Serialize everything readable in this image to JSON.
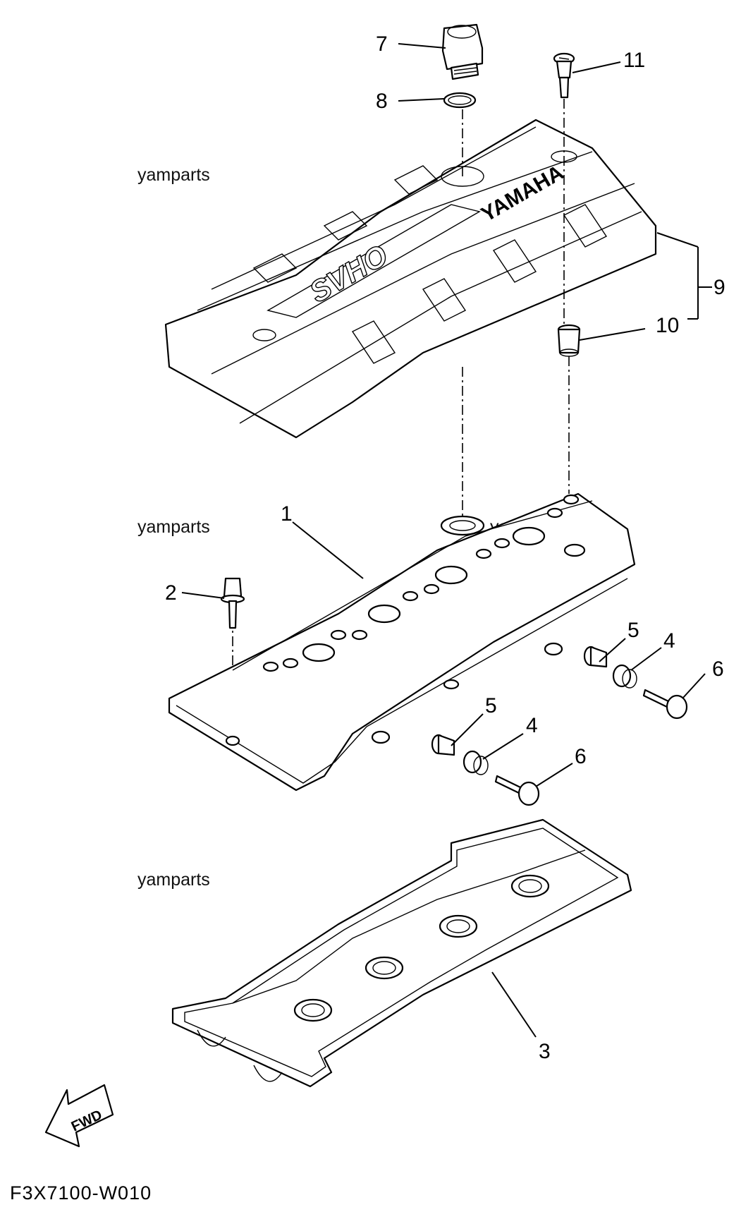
{
  "diagram_code": "F3X7100-W010",
  "watermark": "yamparts",
  "cover_brand": "YAMAHA",
  "cover_model": "SVHO",
  "direction_label": "FWD",
  "callouts": [
    {
      "id": "c7",
      "label": "7"
    },
    {
      "id": "c8",
      "label": "8"
    },
    {
      "id": "c11",
      "label": "11"
    },
    {
      "id": "c9",
      "label": "9"
    },
    {
      "id": "c10",
      "label": "10"
    },
    {
      "id": "c1",
      "label": "1"
    },
    {
      "id": "c2",
      "label": "2"
    },
    {
      "id": "c5a",
      "label": "5"
    },
    {
      "id": "c4a",
      "label": "4"
    },
    {
      "id": "c6a",
      "label": "6"
    },
    {
      "id": "c5b",
      "label": "5"
    },
    {
      "id": "c4b",
      "label": "4"
    },
    {
      "id": "c6b",
      "label": "6"
    },
    {
      "id": "c3",
      "label": "3"
    }
  ]
}
